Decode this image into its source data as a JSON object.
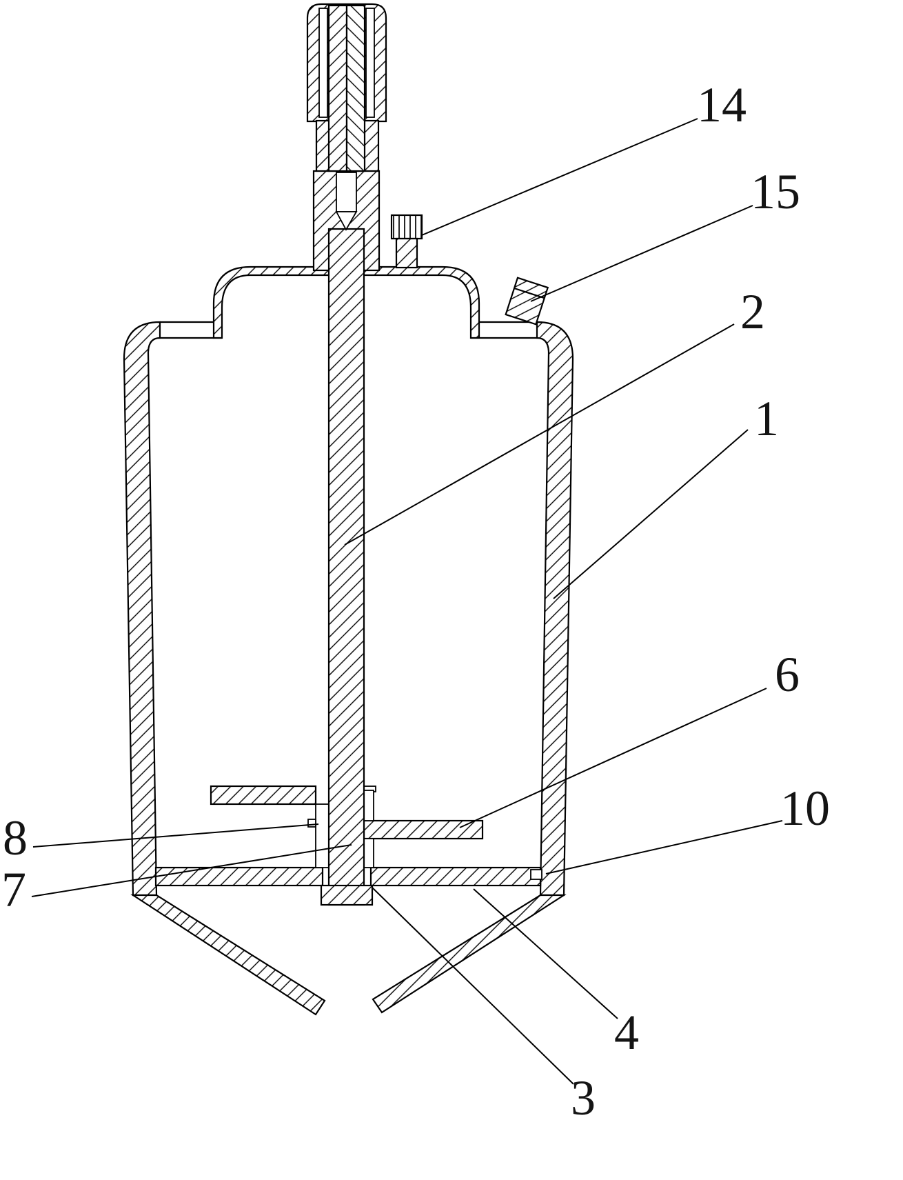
{
  "figure": {
    "kind": "patent-style cross-section drawing of a vessel with central agitator shaft",
    "background_color": "#ffffff",
    "line_color": "#000000"
  },
  "reference_labels": [
    {
      "text": "14"
    },
    {
      "text": "15"
    },
    {
      "text": "2"
    },
    {
      "text": "1"
    },
    {
      "text": "6"
    },
    {
      "text": "10"
    },
    {
      "text": "8"
    },
    {
      "text": "7"
    },
    {
      "text": "4"
    },
    {
      "text": "3"
    }
  ]
}
